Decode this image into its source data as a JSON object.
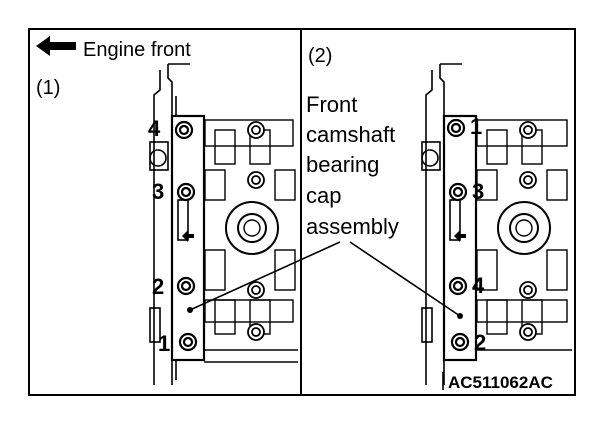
{
  "diagram": {
    "direction_label": "Engine front",
    "panels": [
      {
        "label": "(1)",
        "bolt_numbers": [
          "4",
          "3",
          "2",
          "1"
        ]
      },
      {
        "label": "(2)",
        "bolt_numbers": [
          "1",
          "3",
          "4",
          "2"
        ]
      }
    ],
    "callout": {
      "lines": [
        "Front",
        "camshaft",
        "bearing",
        "cap",
        "assembly"
      ]
    },
    "figure_code": "AC511062AC"
  }
}
